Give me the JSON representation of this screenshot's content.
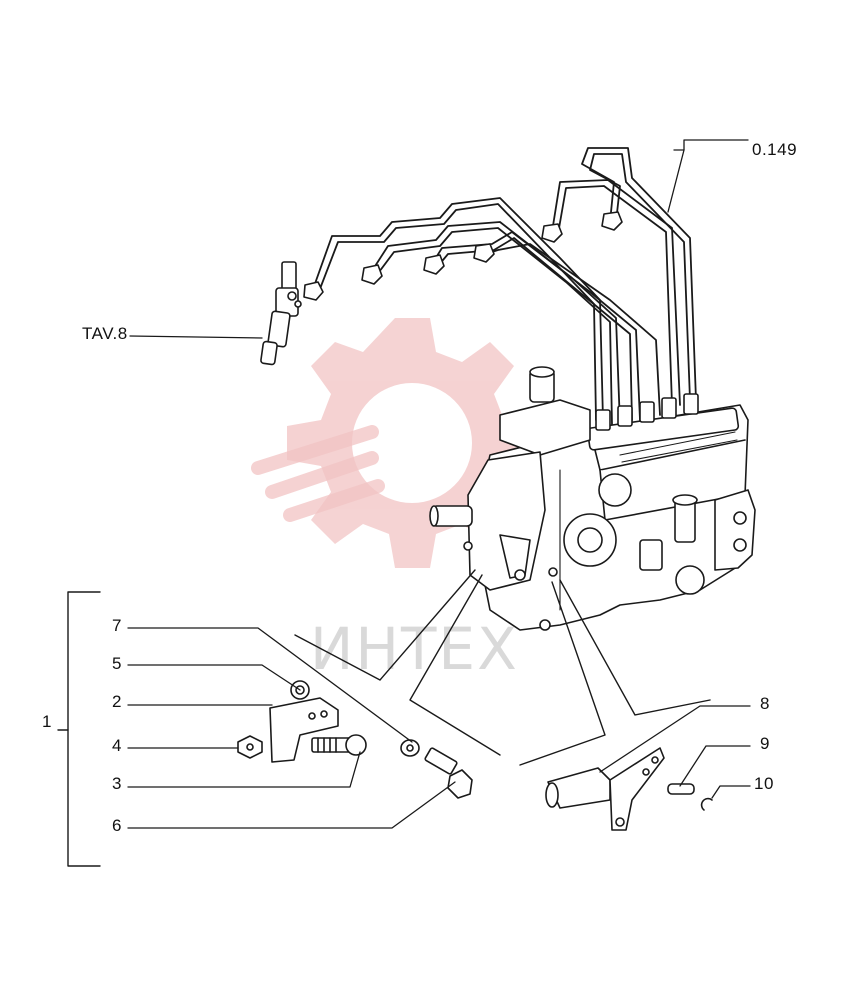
{
  "callouts": {
    "c0149": "0.149",
    "tav8": "TAV.8",
    "c1": "1",
    "c2": "2",
    "c3": "3",
    "c4": "4",
    "c5": "5",
    "c6": "6",
    "c7": "7",
    "c8": "8",
    "c9": "9",
    "c10": "10"
  },
  "watermark": {
    "text": "ИНТЕХ",
    "color": "#e8a0a0"
  },
  "colors": {
    "line": "#1a1a1a",
    "paper": "#ffffff"
  }
}
